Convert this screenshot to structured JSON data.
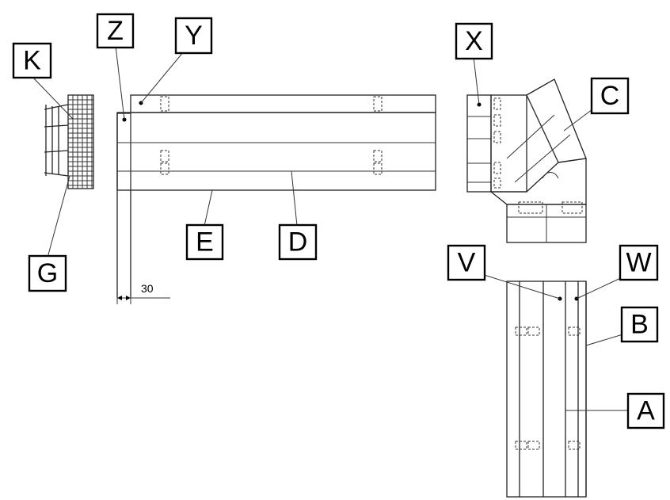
{
  "labels": {
    "z": "Z",
    "y": "Y",
    "k": "K",
    "x": "X",
    "c": "C",
    "e": "E",
    "d": "D",
    "g": "G",
    "v": "V",
    "w": "W",
    "b": "B",
    "a": "A"
  },
  "dimension_30": "30",
  "colors": {
    "line": "#222222",
    "background": "#ffffff"
  }
}
